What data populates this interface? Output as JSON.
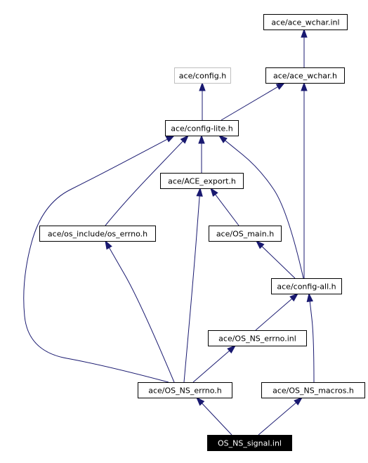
{
  "colors": {
    "edge": "#191970",
    "node_border": "#000000",
    "muted_border": "#bfbfbf",
    "current_fill": "#000000",
    "current_text": "#ffffff"
  },
  "nodes": [
    {
      "id": "ace_wchar_inl",
      "label": "ace/ace_wchar.inl",
      "style": "normal"
    },
    {
      "id": "config_h",
      "label": "ace/config.h",
      "style": "muted"
    },
    {
      "id": "ace_wchar_h",
      "label": "ace/ace_wchar.h",
      "style": "normal"
    },
    {
      "id": "config_lite",
      "label": "ace/config-lite.h",
      "style": "normal"
    },
    {
      "id": "ace_export",
      "label": "ace/ACE_export.h",
      "style": "normal"
    },
    {
      "id": "os_errno_h",
      "label": "ace/os_include/os_errno.h",
      "style": "normal"
    },
    {
      "id": "os_main",
      "label": "ace/OS_main.h",
      "style": "normal"
    },
    {
      "id": "config_all",
      "label": "ace/config-all.h",
      "style": "normal"
    },
    {
      "id": "ns_errno_inl",
      "label": "ace/OS_NS_errno.inl",
      "style": "normal"
    },
    {
      "id": "ns_errno_h",
      "label": "ace/OS_NS_errno.h",
      "style": "normal"
    },
    {
      "id": "ns_macros",
      "label": "ace/OS_NS_macros.h",
      "style": "normal"
    },
    {
      "id": "ns_signal",
      "label": "OS_NS_signal.inl",
      "style": "current"
    }
  ],
  "edges": [
    {
      "from": "ace_wchar_h",
      "to": "ace_wchar_inl"
    },
    {
      "from": "config_lite",
      "to": "config_h"
    },
    {
      "from": "config_lite",
      "to": "ace_wchar_h"
    },
    {
      "from": "ace_export",
      "to": "config_lite"
    },
    {
      "from": "os_errno_h",
      "to": "config_lite"
    },
    {
      "from": "config_all",
      "to": "config_lite"
    },
    {
      "from": "ns_errno_h",
      "to": "config_lite"
    },
    {
      "from": "os_main",
      "to": "ace_export"
    },
    {
      "from": "ns_errno_h",
      "to": "ace_export"
    },
    {
      "from": "config_all",
      "to": "ace_wchar_h"
    },
    {
      "from": "config_all",
      "to": "os_main"
    },
    {
      "from": "ns_errno_inl",
      "to": "config_all"
    },
    {
      "from": "ns_macros",
      "to": "config_all"
    },
    {
      "from": "ns_errno_h",
      "to": "os_errno_h"
    },
    {
      "from": "ns_errno_h",
      "to": "ns_errno_inl"
    },
    {
      "from": "ns_signal",
      "to": "ns_errno_h"
    },
    {
      "from": "ns_signal",
      "to": "ns_macros"
    }
  ]
}
